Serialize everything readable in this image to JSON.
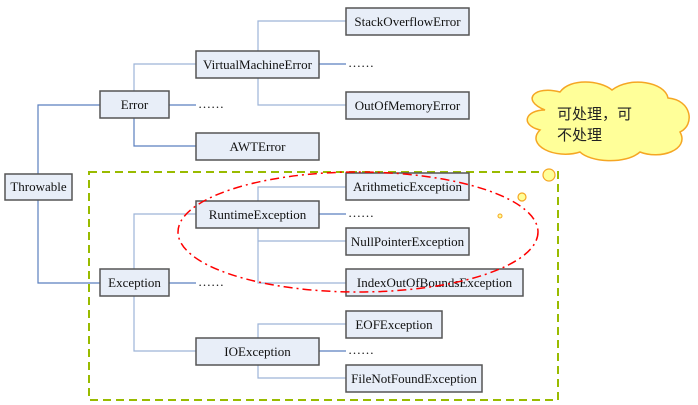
{
  "nodes": {
    "throwable": "Throwable",
    "error": "Error",
    "virtual_machine_error": "VirtualMachineError",
    "awt_error": "AWTError",
    "stack_overflow_error": "StackOverflowError",
    "out_of_memory_error": "OutOfMemoryError",
    "exception": "Exception",
    "runtime_exception": "RuntimeException",
    "io_exception": "IOException",
    "arithmetic_exception": "ArithmeticException",
    "null_pointer_exception": "NullPointerException",
    "index_out_of_bounds_exception": "IndexOutOfBoundsException",
    "eof_exception": "EOFException",
    "file_not_found_exception": "FileNotFoundException"
  },
  "ellipsis": "……",
  "callout": {
    "line1": "可处理，可",
    "line2": "不处理"
  },
  "colors": {
    "box_fill": "#e8eef8",
    "connector": "#9db4d8",
    "group_border": "#99bb00",
    "highlight": "#ff0000",
    "cloud_fill": "#ffff99",
    "cloud_border": "#f5a623"
  }
}
